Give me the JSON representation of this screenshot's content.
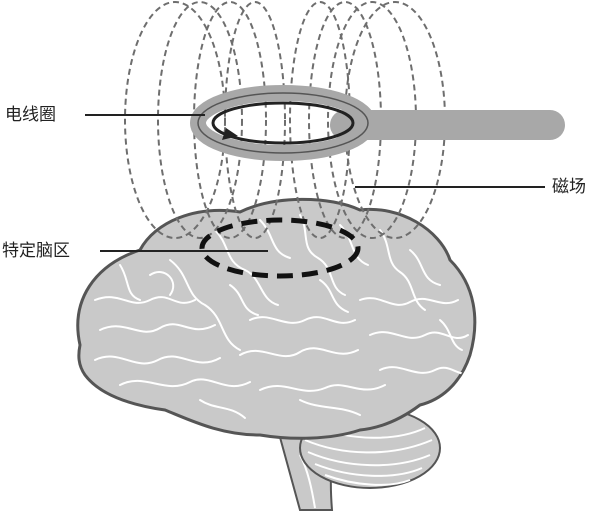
{
  "labels": {
    "coil": "电线圈",
    "magnetic_field": "磁场",
    "target_region": "特定脑区"
  },
  "colors": {
    "brain_fill": "#c9c9c9",
    "brain_outline": "#555555",
    "sulci": "#ffffff",
    "field_lines": "#6e6e6e",
    "coil_handle": "#a8a8a8",
    "coil_ring": "#8a8a8a",
    "target_outline": "#111111",
    "leader_lines": "#222222"
  }
}
